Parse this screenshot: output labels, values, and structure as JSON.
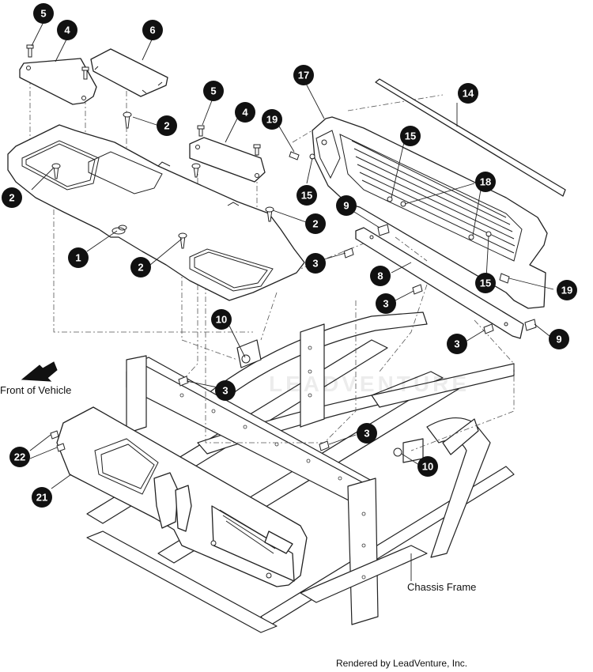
{
  "labels": {
    "front_of_vehicle": "Front of Vehicle",
    "chassis_frame": "Chassis Frame",
    "footer": "Rendered by LeadVenture, Inc.",
    "watermark": "LEADVENTURE"
  },
  "callouts": [
    "5",
    "4",
    "6",
    "17",
    "14",
    "5",
    "4",
    "19",
    "2",
    "15",
    "15",
    "18",
    "9",
    "2",
    "2",
    "1",
    "2",
    "3",
    "8",
    "3",
    "15",
    "19",
    "10",
    "3",
    "9",
    "3",
    "3",
    "10",
    "22",
    "21"
  ],
  "colors": {
    "ink": "#111111",
    "line": "#222222",
    "paper": "#ffffff"
  },
  "icons": {
    "front_arrow": "front-direction-arrow-icon"
  }
}
